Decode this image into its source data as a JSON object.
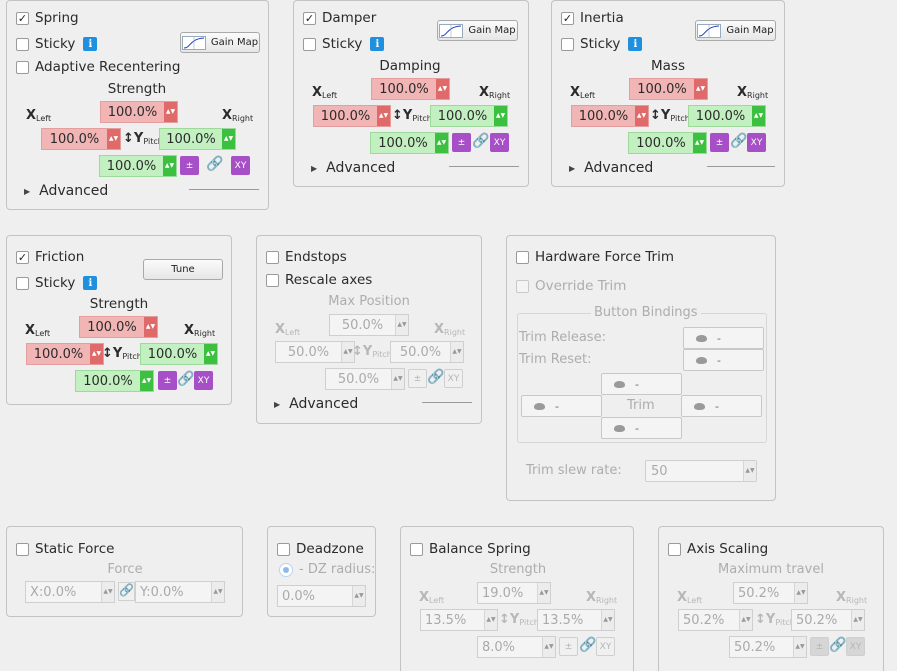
{
  "colors": {
    "red_spin": "#f2b5b5",
    "green_spin": "#c2f0c0",
    "purple_button": "#a64fc7",
    "info_badge": "#1f8fe0"
  },
  "spring": {
    "enable": "Spring",
    "sticky": "Sticky",
    "adaptive": "Adaptive Recentering",
    "gain_map": "Gain Map",
    "strength_title": "Strength",
    "x_left": "100.0%",
    "y_pitch": "100.0%",
    "x_right": "100.0%",
    "x_bottom": "100.0%",
    "advanced": "Advanced"
  },
  "damper": {
    "enable": "Damper",
    "sticky": "Sticky",
    "gain_map": "Gain Map",
    "title": "Damping",
    "x_left": "100.0%",
    "y_pitch": "100.0%",
    "x_right": "100.0%",
    "x_bottom": "100.0%",
    "advanced": "Advanced"
  },
  "inertia": {
    "enable": "Inertia",
    "sticky": "Sticky",
    "gain_map": "Gain Map",
    "title": "Mass",
    "x_left": "100.0%",
    "y_pitch": "100.0%",
    "x_right": "100.0%",
    "x_bottom": "100.0%",
    "advanced": "Advanced"
  },
  "friction": {
    "enable": "Friction",
    "sticky": "Sticky",
    "tune": "Tune",
    "strength_title": "Strength",
    "x_left": "100.0%",
    "y_pitch": "100.0%",
    "x_right": "100.0%",
    "x_bottom": "100.0%"
  },
  "endstops": {
    "enable": "Endstops",
    "rescale": "Rescale axes",
    "title": "Max Position",
    "x_left": "50.0%",
    "y_pitch": "50.0%",
    "x_right": "50.0%",
    "x_bottom": "50.0%",
    "advanced": "Advanced"
  },
  "trim": {
    "enable": "Hardware Force Trim",
    "override": "Override Trim",
    "bindings_title": "Button Bindings",
    "release_label": "Trim Release:",
    "reset_label": "Trim Reset:",
    "trim_label": "Trim",
    "dash": "-",
    "slew_label": "Trim slew rate:",
    "slew_value": "50"
  },
  "static_force": {
    "enable": "Static Force",
    "title": "Force",
    "x_value": "X:0.0%",
    "y_value": "Y:0.0%"
  },
  "deadzone": {
    "enable": "Deadzone",
    "radius_label": "- DZ radius:",
    "value": "0.0%"
  },
  "balance": {
    "enable": "Balance Spring",
    "title": "Strength",
    "x_left": "13.5%",
    "y_pitch": "19.0%",
    "x_right": "13.5%",
    "x_bottom": "8.0%"
  },
  "axis_scaling": {
    "enable": "Axis Scaling",
    "title": "Maximum travel",
    "x_left": "50.2%",
    "y_pitch": "50.2%",
    "x_right": "50.2%",
    "x_bottom": "50.2%"
  },
  "labels": {
    "x": "X",
    "y": "Y",
    "left": "Left",
    "right": "Right",
    "pitch": "Pitch",
    "pm": "±",
    "xy": "XY",
    "check": "✓",
    "info": "i",
    "link": "🔗",
    "updown": "↕",
    "tri": "▶"
  }
}
